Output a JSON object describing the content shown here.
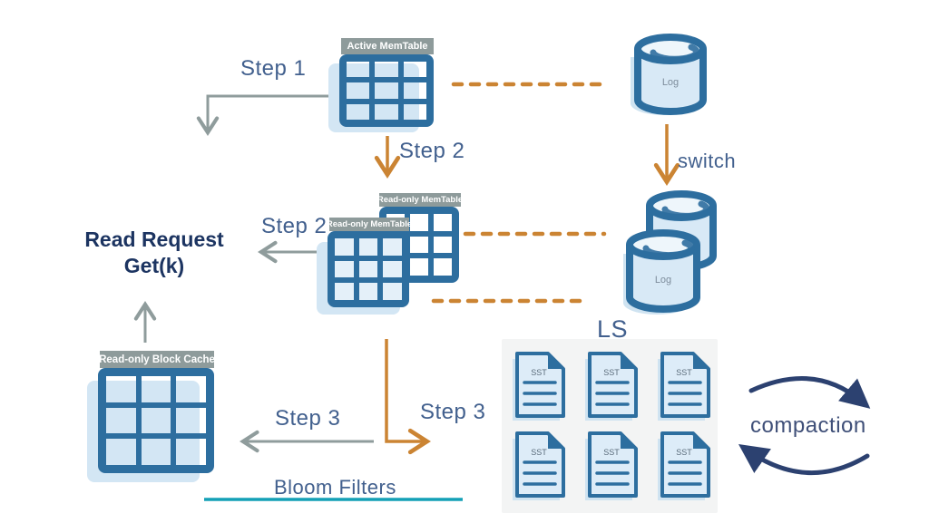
{
  "labels": {
    "step1": "Step 1",
    "step2_down": "Step 2",
    "step2_left": "Step 2",
    "step3_left": "Step 3",
    "step3_right": "Step 3",
    "switch_label": "switch",
    "read_request_line1": "Read Request",
    "read_request_line2": "Get(k)",
    "bloom_filters": "Bloom Filters",
    "ls": "LS",
    "compaction": "compaction"
  },
  "tables": {
    "active_memtable": {
      "title": "Active MemTable",
      "rows": 3,
      "cols": 3
    },
    "readonly_memtable_back": {
      "title": "Read-only MemTable",
      "rows": 3,
      "cols": 3
    },
    "readonly_memtable_front": {
      "title": "Read-only MemTable",
      "rows": 3,
      "cols": 3
    },
    "block_cache": {
      "title": "Read-only Block Cache",
      "rows": 3,
      "cols": 3
    }
  },
  "cylinders": {
    "log_top": {
      "label": "Log"
    },
    "log_back": {
      "label": "Log"
    },
    "log_front": {
      "label": "Log"
    }
  },
  "sst": {
    "label": "SST",
    "count": 6
  },
  "colors": {
    "table_border": "#2d6e9f",
    "fill_light_blue": "#d8e9f6",
    "shadow_blue": "#d3e6f4",
    "header_gray": "#8e9b9b",
    "arrow_gray": "#8f9c9c",
    "arrow_orange": "#cb8433",
    "label_blue": "#42608e",
    "title_navy": "#1c3461",
    "teal_underline": "#14a0b6",
    "compaction_navy": "#2c4170",
    "panel_bg": "#f3f4f4"
  }
}
